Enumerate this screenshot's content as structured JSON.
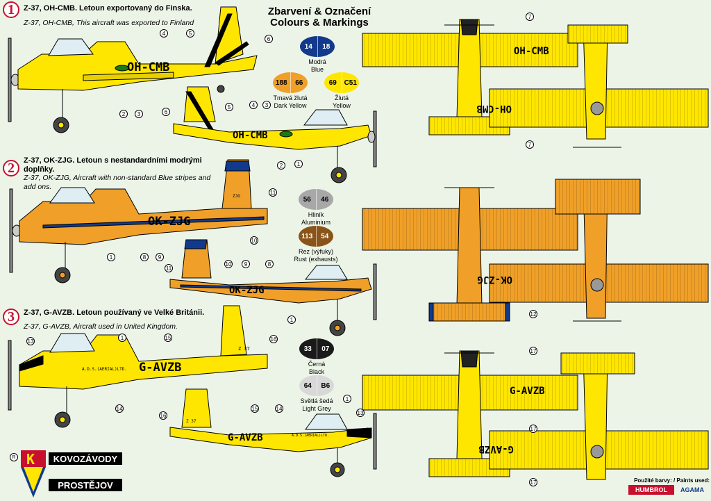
{
  "title": {
    "line1": "Zbarvení & Označení",
    "line2": "Colours & Markings"
  },
  "variants": [
    {
      "number": "1",
      "heading_cz": "Z-37, OH-CMB. Letoun exportovaný do Finska.",
      "heading_en": "Z-37, OH-CMB, This aircraft was exported to Finland",
      "registration": "OH-CMB",
      "registration_mirror": "OH-CMB"
    },
    {
      "number": "2",
      "heading_cz": "Z-37, OK-ZJG. Letoun s nestandardními modrými doplňky.",
      "heading_en": "Z-37, OK-ZJG, Aircraft with non-standard Blue stripes and add ons.",
      "registration": "OK-ZJG",
      "registration_mirror": "OK-ZJG"
    },
    {
      "number": "3",
      "heading_cz": "Z-37, G-AVZB. Letoun používaný ve Velké Británii.",
      "heading_en": "Z-37, G-AVZB, Aircraft used in United Kingdom.",
      "registration": "G-AVZB",
      "registration_mirror": "G-AVZB"
    }
  ],
  "colours": [
    {
      "codes": [
        "14",
        "18"
      ],
      "name_cz": "Modrá",
      "name_en": "Blue",
      "color": "#123a8c",
      "text": "#ffffff"
    },
    {
      "codes": [
        "188",
        "66"
      ],
      "name_cz": "Tmavá žlutá",
      "name_en": "Dark Yellow",
      "color": "#f0a028",
      "text": "#000000"
    },
    {
      "codes": [
        "69",
        "C51"
      ],
      "name_cz": "Žlutá",
      "name_en": "Yellow",
      "color": "#ffe600",
      "text": "#000000"
    },
    {
      "codes": [
        "56",
        "46"
      ],
      "name_cz": "Hliník",
      "name_en": "Aluminium",
      "color": "#a8a8a8",
      "text": "#000000"
    },
    {
      "codes": [
        "113",
        "54"
      ],
      "name_cz": "Rez (výfuky)",
      "name_en": "Rust (exhausts)",
      "color": "#8a5418",
      "text": "#ffffff"
    },
    {
      "codes": [
        "33",
        "07"
      ],
      "name_cz": "Černá",
      "name_en": "Black",
      "color": "#1a1a1a",
      "text": "#ffffff"
    },
    {
      "codes": [
        "64",
        "B6"
      ],
      "name_cz": "Světlá šedá",
      "name_en": "Light Grey",
      "color": "#d8d8d8",
      "text": "#000000"
    }
  ],
  "callouts": {
    "v1_side1": [
      "4",
      "5",
      "6",
      "2",
      "3"
    ],
    "v1_side2": [
      "6",
      "5",
      "4",
      "3",
      "2",
      "1"
    ],
    "v1_plan": [
      "7",
      "7"
    ],
    "v2_side1": [
      "11",
      "1",
      "8",
      "9",
      "10"
    ],
    "v2_side2": [
      "11",
      "10",
      "9",
      "8",
      "1"
    ],
    "v2_plan": [
      "12"
    ],
    "v3_side1": [
      "13",
      "1",
      "15",
      "16",
      "14"
    ],
    "v3_side2": [
      "16",
      "15",
      "14",
      "1",
      "13"
    ],
    "v3_plan": [
      "17",
      "17",
      "17"
    ]
  },
  "fin_codes": {
    "v2": "ZJG",
    "v3": "Z 37"
  },
  "fuselage_text": {
    "v3": "A.D.S.(AERIAL)LTD."
  },
  "footer": {
    "brand_line1": "KOVOZÁVODY",
    "brand_line2": "PROSTĚJOV",
    "registered": "R",
    "paints_label": "Použité barvy: / Paints used:",
    "paint_brand1": "HUMBROL",
    "paint_brand2": "AGAMA"
  }
}
